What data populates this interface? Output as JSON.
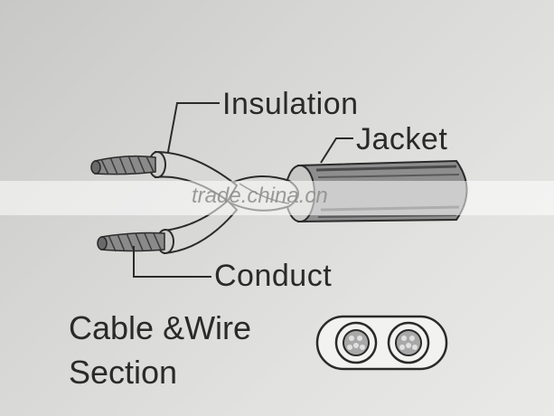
{
  "labels": {
    "insulation": "Insulation",
    "jacket": "Jacket",
    "conductor": "Conduct",
    "section_line1": "Cable &Wire",
    "section_line2": "Section"
  },
  "watermark": "trade.china.cn",
  "colors": {
    "line": "#2a2a2a",
    "jacket_fill": "#8e8e8e",
    "jacket_dark": "#4a4a4a",
    "insulation_fill": "#d8d8d6",
    "copper": "#8a8a8a"
  }
}
